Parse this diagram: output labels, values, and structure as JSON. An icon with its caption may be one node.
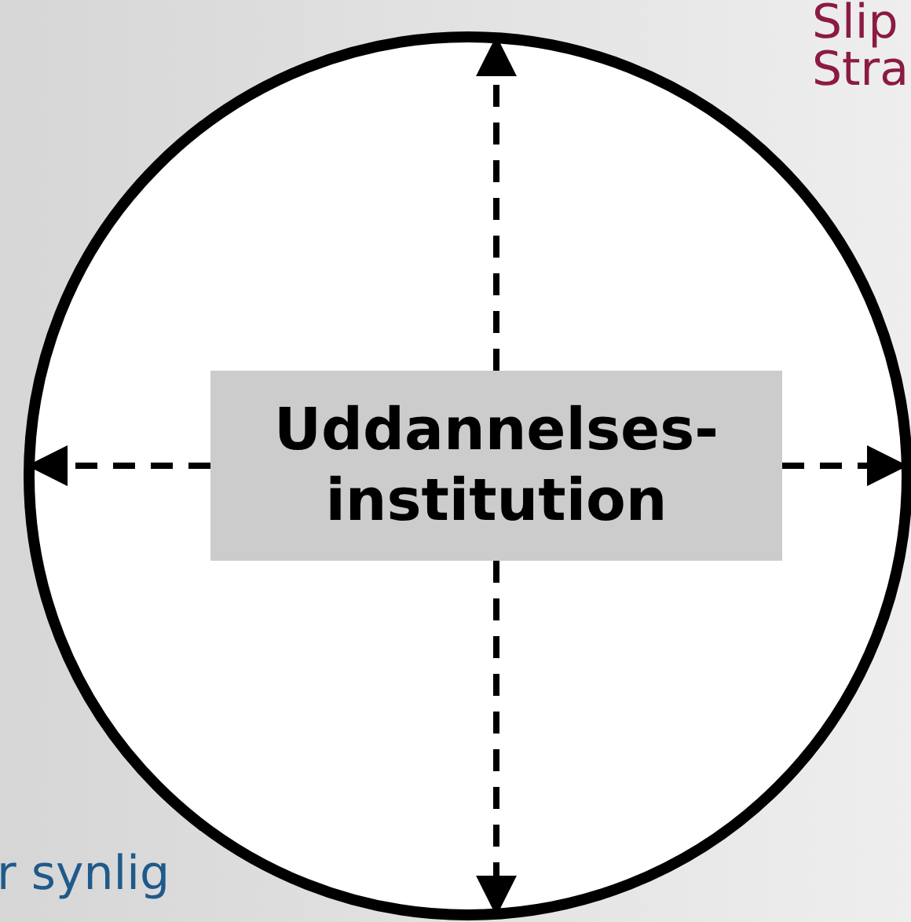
{
  "diagram": {
    "nodes": [
      {
        "text": [],
        "shape": "circle"
      },
      {
        "text": [
          "Uddannelses- institution"
        ],
        "in": 0
      }
    ],
    "edges": [
      {
        "from": 1,
        "to": 0,
        "arrow": "to",
        "style": "dashed"
      },
      {
        "from": 1,
        "to": 0,
        "arrow": "to",
        "style": "dashed"
      },
      {
        "from": 1,
        "to": 0,
        "arrow": "to",
        "style": "dashed"
      },
      {
        "from": 1,
        "to": 0,
        "arrow": "to",
        "style": "dashed"
      }
    ],
    "labels": [
      "Slip",
      "Stra",
      "r synlig"
    ]
  }
}
